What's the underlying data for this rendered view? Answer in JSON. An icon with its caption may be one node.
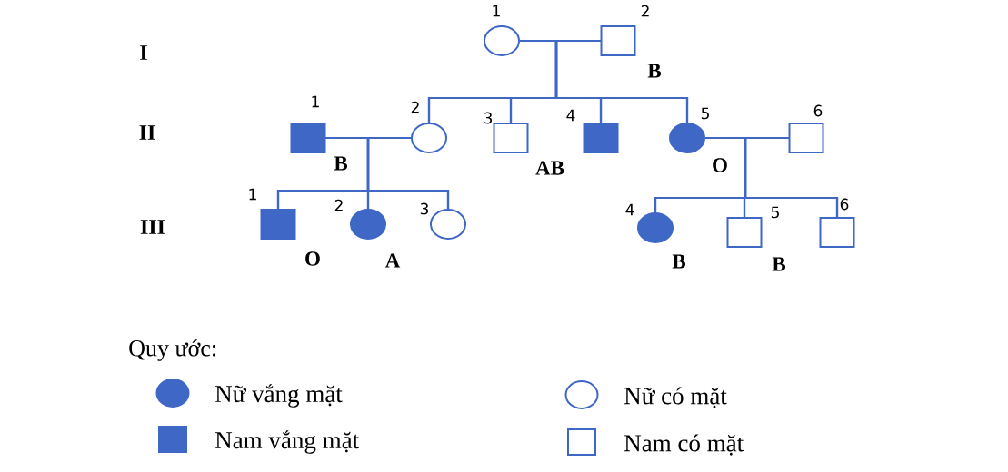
{
  "diagram": {
    "nodes": [
      {
        "text": [],
        "shape": "circle",
        "beside": [
          "1"
        ]
      },
      {
        "text": [],
        "shape": "box",
        "beside": [
          "2",
          "B"
        ]
      },
      {
        "text": [],
        "shape": "filled-box",
        "beside": [
          "1",
          "B"
        ]
      },
      {
        "text": [],
        "shape": "circle",
        "beside": [
          "2"
        ]
      },
      {
        "text": [],
        "shape": "box",
        "beside": [
          "3",
          "AB"
        ]
      },
      {
        "text": [],
        "shape": "filled-box",
        "beside": [
          "4"
        ]
      },
      {
        "text": [],
        "shape": "filled-circle",
        "beside": [
          "5",
          "O"
        ]
      },
      {
        "text": [],
        "shape": "box",
        "beside": [
          "6"
        ]
      },
      {
        "text": [],
        "shape": "filled-box",
        "beside": [
          "1",
          "O"
        ]
      },
      {
        "text": [],
        "shape": "filled-circle",
        "beside": [
          "2",
          "A"
        ]
      },
      {
        "text": [],
        "shape": "circle",
        "beside": [
          "3"
        ]
      },
      {
        "text": [],
        "shape": "filled-circle",
        "beside": [
          "4",
          "B"
        ]
      },
      {
        "text": [],
        "shape": "box",
        "beside": [
          "5",
          "B"
        ]
      },
      {
        "text": [],
        "shape": "box",
        "beside": [
          "6"
        ]
      }
    ],
    "edges": [
      {
        "from": 0,
        "to": 1,
        "arrow": "none"
      },
      {
        "from": 0,
        "to": 3,
        "arrow": "none"
      },
      {
        "from": 0,
        "to": 4,
        "arrow": "none"
      },
      {
        "from": 0,
        "to": 5,
        "arrow": "none"
      },
      {
        "from": 0,
        "to": 6,
        "arrow": "none"
      },
      {
        "from": 1,
        "to": 3,
        "arrow": "none"
      },
      {
        "from": 1,
        "to": 4,
        "arrow": "none"
      },
      {
        "from": 1,
        "to": 5,
        "arrow": "none"
      },
      {
        "from": 1,
        "to": 6,
        "arrow": "none"
      },
      {
        "from": 2,
        "to": 3,
        "arrow": "none"
      },
      {
        "from": 2,
        "to": 8,
        "arrow": "none"
      },
      {
        "from": 2,
        "to": 9,
        "arrow": "none"
      },
      {
        "from": 2,
        "to": 10,
        "arrow": "none"
      },
      {
        "from": 3,
        "to": 8,
        "arrow": "none"
      },
      {
        "from": 3,
        "to": 9,
        "arrow": "none"
      },
      {
        "from": 3,
        "to": 10,
        "arrow": "none"
      },
      {
        "from": 6,
        "to": 7,
        "arrow": "none"
      },
      {
        "from": 6,
        "to": 11,
        "arrow": "none"
      },
      {
        "from": 6,
        "to": 12,
        "arrow": "none"
      },
      {
        "from": 6,
        "to": 13,
        "arrow": "none"
      },
      {
        "from": 7,
        "to": 11,
        "arrow": "none"
      },
      {
        "from": 7,
        "to": 12,
        "arrow": "none"
      },
      {
        "from": 7,
        "to": 13,
        "arrow": "none"
      }
    ],
    "labels": [
      "I",
      "II",
      "III",
      "Quy ước:"
    ],
    "legend": [
      {
        "text": "Nữ vắng mặt"
      },
      {
        "text": "Nam vắng mặt"
      },
      {
        "text": "Nữ có mặt"
      },
      {
        "text": "Nam có mặt"
      }
    ]
  }
}
